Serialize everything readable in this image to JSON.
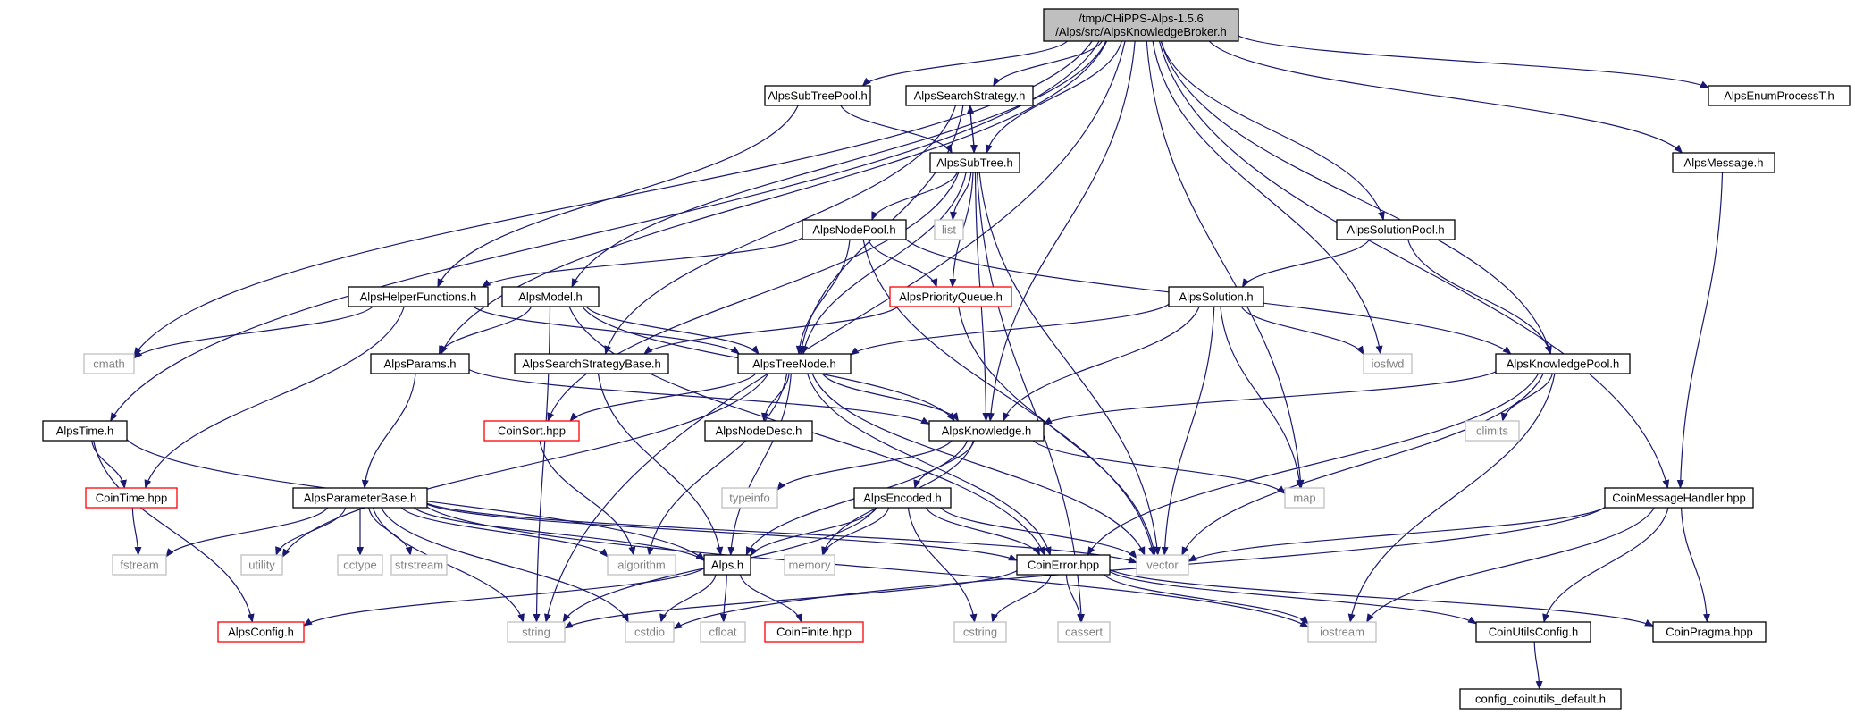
{
  "colors": {
    "edge": "#191970",
    "root_fill": "#bfbfbf",
    "normal_border": "#000000",
    "incomplete_border": "#ff0000",
    "external_border": "#bfbfbf",
    "external_text": "#808080"
  },
  "nodes": [
    {
      "id": "root",
      "lines": [
        "/tmp/CHiPPS-Alps-1.5.6",
        "/Alps/src/AlpsKnowledgeBroker.h"
      ],
      "kind": "root"
    },
    {
      "id": "subtreepool",
      "lines": [
        "AlpsSubTreePool.h"
      ],
      "kind": "normal"
    },
    {
      "id": "searchstrategy",
      "lines": [
        "AlpsSearchStrategy.h"
      ],
      "kind": "normal"
    },
    {
      "id": "enumprocess",
      "lines": [
        "AlpsEnumProcessT.h"
      ],
      "kind": "normal"
    },
    {
      "id": "subtree",
      "lines": [
        "AlpsSubTree.h"
      ],
      "kind": "normal"
    },
    {
      "id": "message",
      "lines": [
        "AlpsMessage.h"
      ],
      "kind": "normal"
    },
    {
      "id": "list",
      "lines": [
        "list"
      ],
      "kind": "external"
    },
    {
      "id": "nodepool",
      "lines": [
        "AlpsNodePool.h"
      ],
      "kind": "normal"
    },
    {
      "id": "solutionpool",
      "lines": [
        "AlpsSolutionPool.h"
      ],
      "kind": "normal"
    },
    {
      "id": "helper",
      "lines": [
        "AlpsHelperFunctions.h"
      ],
      "kind": "normal"
    },
    {
      "id": "model",
      "lines": [
        "AlpsModel.h"
      ],
      "kind": "normal"
    },
    {
      "id": "priorityqueue",
      "lines": [
        "AlpsPriorityQueue.h"
      ],
      "kind": "incomplete"
    },
    {
      "id": "solution",
      "lines": [
        "AlpsSolution.h"
      ],
      "kind": "normal"
    },
    {
      "id": "cmath",
      "lines": [
        "cmath"
      ],
      "kind": "external"
    },
    {
      "id": "params",
      "lines": [
        "AlpsParams.h"
      ],
      "kind": "normal"
    },
    {
      "id": "ssbase",
      "lines": [
        "AlpsSearchStrategyBase.h"
      ],
      "kind": "normal"
    },
    {
      "id": "treenode",
      "lines": [
        "AlpsTreeNode.h"
      ],
      "kind": "normal"
    },
    {
      "id": "iosfwd",
      "lines": [
        "iosfwd"
      ],
      "kind": "external"
    },
    {
      "id": "kpool",
      "lines": [
        "AlpsKnowledgePool.h"
      ],
      "kind": "normal"
    },
    {
      "id": "time",
      "lines": [
        "AlpsTime.h"
      ],
      "kind": "normal"
    },
    {
      "id": "coinsort",
      "lines": [
        "CoinSort.hpp"
      ],
      "kind": "incomplete"
    },
    {
      "id": "nodedesc",
      "lines": [
        "AlpsNodeDesc.h"
      ],
      "kind": "normal"
    },
    {
      "id": "knowledge",
      "lines": [
        "AlpsKnowledge.h"
      ],
      "kind": "normal"
    },
    {
      "id": "climits",
      "lines": [
        "climits"
      ],
      "kind": "external"
    },
    {
      "id": "cointime",
      "lines": [
        "CoinTime.hpp"
      ],
      "kind": "incomplete"
    },
    {
      "id": "typeinfo",
      "lines": [
        "typeinfo"
      ],
      "kind": "external"
    },
    {
      "id": "map",
      "lines": [
        "map"
      ],
      "kind": "external"
    },
    {
      "id": "parambase",
      "lines": [
        "AlpsParameterBase.h"
      ],
      "kind": "normal"
    },
    {
      "id": "encoded",
      "lines": [
        "AlpsEncoded.h"
      ],
      "kind": "normal"
    },
    {
      "id": "cmh",
      "lines": [
        "CoinMessageHandler.hpp"
      ],
      "kind": "normal"
    },
    {
      "id": "fstream",
      "lines": [
        "fstream"
      ],
      "kind": "external"
    },
    {
      "id": "utility",
      "lines": [
        "utility"
      ],
      "kind": "external"
    },
    {
      "id": "cctype",
      "lines": [
        "cctype"
      ],
      "kind": "external"
    },
    {
      "id": "strstream",
      "lines": [
        "strstream"
      ],
      "kind": "external"
    },
    {
      "id": "algorithm",
      "lines": [
        "algorithm"
      ],
      "kind": "external"
    },
    {
      "id": "alps",
      "lines": [
        "Alps.h"
      ],
      "kind": "normal"
    },
    {
      "id": "memory",
      "lines": [
        "memory"
      ],
      "kind": "external"
    },
    {
      "id": "coinerror",
      "lines": [
        "CoinError.hpp"
      ],
      "kind": "normal"
    },
    {
      "id": "vector",
      "lines": [
        "vector"
      ],
      "kind": "external"
    },
    {
      "id": "alpsconfig",
      "lines": [
        "AlpsConfig.h"
      ],
      "kind": "incomplete"
    },
    {
      "id": "string",
      "lines": [
        "string"
      ],
      "kind": "external"
    },
    {
      "id": "cstdio",
      "lines": [
        "cstdio"
      ],
      "kind": "external"
    },
    {
      "id": "cfloat",
      "lines": [
        "cfloat"
      ],
      "kind": "external"
    },
    {
      "id": "coinfinite",
      "lines": [
        "CoinFinite.hpp"
      ],
      "kind": "incomplete"
    },
    {
      "id": "cstring",
      "lines": [
        "cstring"
      ],
      "kind": "external"
    },
    {
      "id": "cassert",
      "lines": [
        "cassert"
      ],
      "kind": "external"
    },
    {
      "id": "iostream",
      "lines": [
        "iostream"
      ],
      "kind": "external"
    },
    {
      "id": "utilsconfig",
      "lines": [
        "CoinUtilsConfig.h"
      ],
      "kind": "normal"
    },
    {
      "id": "pragma",
      "lines": [
        "CoinPragma.hpp"
      ],
      "kind": "normal"
    },
    {
      "id": "configdefault",
      "lines": [
        "config_coinutils_default.h"
      ],
      "kind": "normal"
    }
  ],
  "edges": [
    [
      "root",
      "subtreepool"
    ],
    [
      "root",
      "searchstrategy"
    ],
    [
      "root",
      "enumprocess"
    ],
    [
      "root",
      "subtree"
    ],
    [
      "root",
      "message"
    ],
    [
      "root",
      "solutionpool"
    ],
    [
      "root",
      "model"
    ],
    [
      "root",
      "cmath"
    ],
    [
      "root",
      "params"
    ],
    [
      "root",
      "iosfwd"
    ],
    [
      "root",
      "kpool"
    ],
    [
      "root",
      "time"
    ],
    [
      "root",
      "knowledge"
    ],
    [
      "root",
      "map"
    ],
    [
      "root",
      "cmh"
    ],
    [
      "root",
      "string"
    ],
    [
      "subtreepool",
      "subtree"
    ],
    [
      "subtreepool",
      "helper"
    ],
    [
      "searchstrategy",
      "subtree"
    ],
    [
      "searchstrategy",
      "ssbase"
    ],
    [
      "searchstrategy",
      "treenode"
    ],
    [
      "subtree",
      "searchstrategy"
    ],
    [
      "subtree",
      "list"
    ],
    [
      "subtree",
      "nodepool"
    ],
    [
      "subtree",
      "priorityqueue"
    ],
    [
      "subtree",
      "treenode"
    ],
    [
      "subtree",
      "knowledge"
    ],
    [
      "subtree",
      "coinsort"
    ],
    [
      "subtree",
      "vector"
    ],
    [
      "subtree",
      "cassert"
    ],
    [
      "message",
      "cmh"
    ],
    [
      "nodepool",
      "helper"
    ],
    [
      "nodepool",
      "priorityqueue"
    ],
    [
      "nodepool",
      "treenode"
    ],
    [
      "nodepool",
      "kpool"
    ],
    [
      "nodepool",
      "vector"
    ],
    [
      "solutionpool",
      "solution"
    ],
    [
      "solutionpool",
      "kpool"
    ],
    [
      "helper",
      "cmath"
    ],
    [
      "helper",
      "treenode"
    ],
    [
      "helper",
      "cointime"
    ],
    [
      "model",
      "params"
    ],
    [
      "model",
      "treenode"
    ],
    [
      "model",
      "knowledge"
    ],
    [
      "model",
      "coinerror"
    ],
    [
      "model",
      "string"
    ],
    [
      "priorityqueue",
      "ssbase"
    ],
    [
      "priorityqueue",
      "vector"
    ],
    [
      "solution",
      "treenode"
    ],
    [
      "solution",
      "knowledge"
    ],
    [
      "solution",
      "iosfwd"
    ],
    [
      "solution",
      "map"
    ],
    [
      "solution",
      "vector"
    ],
    [
      "params",
      "knowledge"
    ],
    [
      "params",
      "parambase"
    ],
    [
      "ssbase",
      "alps"
    ],
    [
      "treenode",
      "knowledge"
    ],
    [
      "treenode",
      "coinsort"
    ],
    [
      "treenode",
      "nodedesc"
    ],
    [
      "treenode",
      "utility"
    ],
    [
      "treenode",
      "algorithm"
    ],
    [
      "treenode",
      "alps"
    ],
    [
      "treenode",
      "coinerror"
    ],
    [
      "treenode",
      "vector"
    ],
    [
      "kpool",
      "knowledge"
    ],
    [
      "kpool",
      "climits"
    ],
    [
      "kpool",
      "vector"
    ],
    [
      "kpool",
      "iostream"
    ],
    [
      "kpool",
      "coinerror"
    ],
    [
      "time",
      "cointime"
    ],
    [
      "time",
      "alps"
    ],
    [
      "time",
      "alpsconfig"
    ],
    [
      "coinsort",
      "algorithm"
    ],
    [
      "knowledge",
      "typeinfo"
    ],
    [
      "knowledge",
      "map"
    ],
    [
      "knowledge",
      "encoded"
    ],
    [
      "knowledge",
      "memory"
    ],
    [
      "knowledge",
      "alps"
    ],
    [
      "cointime",
      "fstream"
    ],
    [
      "parambase",
      "fstream"
    ],
    [
      "parambase",
      "utility"
    ],
    [
      "parambase",
      "cctype"
    ],
    [
      "parambase",
      "strstream"
    ],
    [
      "parambase",
      "algorithm"
    ],
    [
      "parambase",
      "alps"
    ],
    [
      "parambase",
      "vector"
    ],
    [
      "parambase",
      "coinerror"
    ],
    [
      "parambase",
      "string"
    ],
    [
      "parambase",
      "cstdio"
    ],
    [
      "parambase",
      "iostream"
    ],
    [
      "encoded",
      "alps"
    ],
    [
      "encoded",
      "memory"
    ],
    [
      "encoded",
      "coinerror"
    ],
    [
      "encoded",
      "vector"
    ],
    [
      "encoded",
      "string"
    ],
    [
      "encoded",
      "cstring"
    ],
    [
      "cmh",
      "vector"
    ],
    [
      "cmh",
      "cstdio"
    ],
    [
      "cmh",
      "iostream"
    ],
    [
      "cmh",
      "utilsconfig"
    ],
    [
      "cmh",
      "pragma"
    ],
    [
      "alps",
      "alpsconfig"
    ],
    [
      "alps",
      "cstdio"
    ],
    [
      "alps",
      "cfloat"
    ],
    [
      "alps",
      "coinfinite"
    ],
    [
      "coinerror",
      "string"
    ],
    [
      "coinerror",
      "cstring"
    ],
    [
      "coinerror",
      "cassert"
    ],
    [
      "coinerror",
      "iostream"
    ],
    [
      "coinerror",
      "utilsconfig"
    ],
    [
      "coinerror",
      "pragma"
    ],
    [
      "utilsconfig",
      "configdefault"
    ]
  ]
}
